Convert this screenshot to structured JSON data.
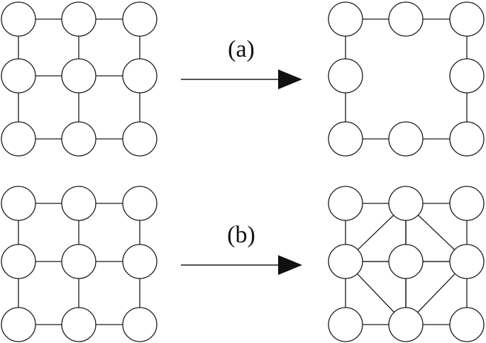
{
  "transformations": [
    {
      "label": "(a)",
      "removed_node": "center",
      "added_edges": []
    },
    {
      "label": "(b)",
      "removed_node": null,
      "added_edges": [
        [
          "top-middle",
          "middle-left"
        ],
        [
          "top-middle",
          "middle-right"
        ],
        [
          "middle-left",
          "bottom-middle"
        ],
        [
          "middle-right",
          "bottom-middle"
        ],
        [
          "top-middle",
          "bottom-middle"
        ],
        [
          "middle-left",
          "middle-right"
        ]
      ]
    }
  ],
  "grid_nodes": [
    "top-left",
    "top-middle",
    "top-right",
    "middle-left",
    "center",
    "middle-right",
    "bottom-left",
    "bottom-middle",
    "bottom-right"
  ],
  "grid_edges": [
    [
      "top-left",
      "top-middle"
    ],
    [
      "top-middle",
      "top-right"
    ],
    [
      "middle-left",
      "center"
    ],
    [
      "center",
      "middle-right"
    ],
    [
      "bottom-left",
      "bottom-middle"
    ],
    [
      "bottom-middle",
      "bottom-right"
    ],
    [
      "top-left",
      "middle-left"
    ],
    [
      "middle-left",
      "bottom-left"
    ],
    [
      "top-middle",
      "center"
    ],
    [
      "center",
      "bottom-middle"
    ],
    [
      "top-right",
      "middle-right"
    ],
    [
      "middle-right",
      "bottom-right"
    ]
  ]
}
